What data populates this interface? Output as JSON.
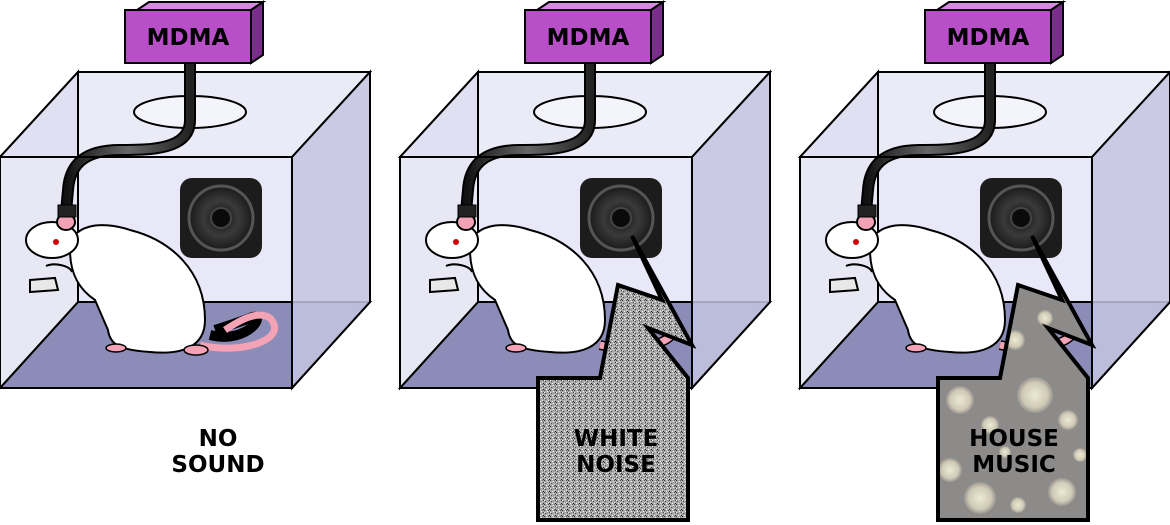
{
  "panels": [
    {
      "pump_label": "MDMA",
      "condition": [
        "NO",
        "SOUND"
      ],
      "sound_bubble": "none"
    },
    {
      "pump_label": "MDMA",
      "condition": [
        "WHITE",
        "NOISE"
      ],
      "sound_bubble": "white-noise"
    },
    {
      "pump_label": "MDMA",
      "condition": [
        "HOUSE",
        "MUSIC"
      ],
      "sound_bubble": "house-music"
    }
  ],
  "colors": {
    "pump_front": "#b84fc9",
    "pump_top": "#d58ae0",
    "pump_side": "#7a2d8a",
    "box_back": "#e8e8f8",
    "box_floor": "#8c8cb8",
    "box_side": "#c4c4e0",
    "box_top": "#ebebf7",
    "rat_body": "#ffffff",
    "rat_pink": "#f4a3b6",
    "speaker_cone": "#2a2a2a",
    "bubble_noise": "#9a9a9a",
    "bubble_music": "#8d8a8a"
  }
}
